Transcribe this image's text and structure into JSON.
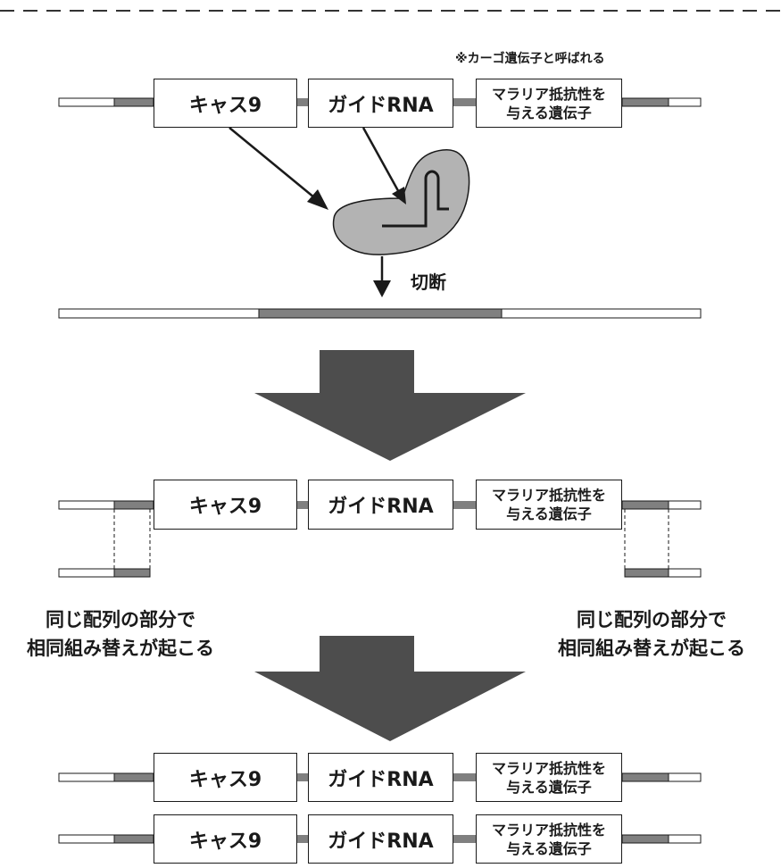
{
  "cargo_note": "※カーゴ遺伝子と呼ばれる",
  "genes": {
    "cas9": "キャス9",
    "guide_rna": "ガイドRNA",
    "malaria_resistance": "マラリア抵抗性を\n与える遺伝子"
  },
  "cut_label": "切断",
  "recombination_left": "同じ配列の部分で\n相同組み替えが起こる",
  "recombination_right": "同じ配列の部分で\n相同組み替えが起こる",
  "colors": {
    "homology_arm": "#808080",
    "complex_fill": "#b3b3b3",
    "big_arrow": "#4d4d4d",
    "line": "#1a1a1a"
  }
}
